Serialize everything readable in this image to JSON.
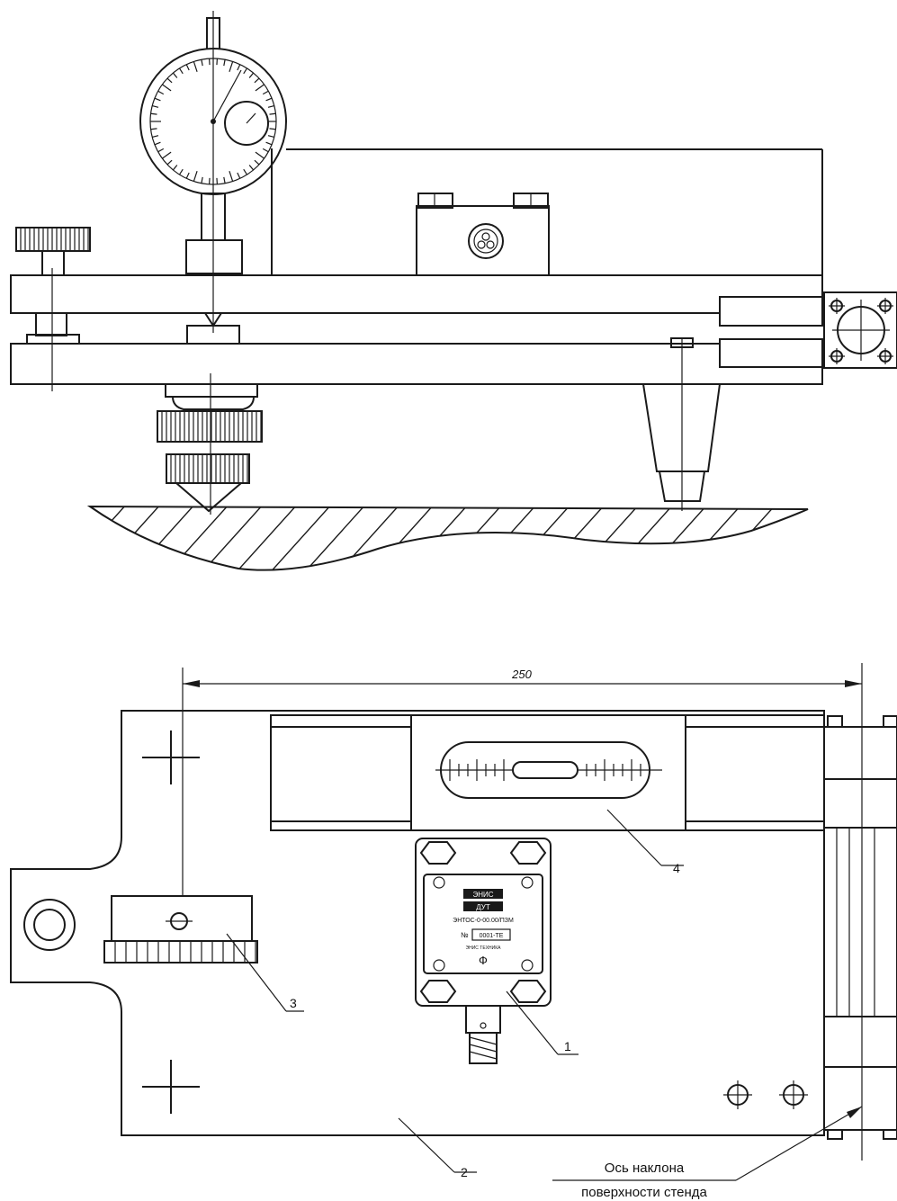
{
  "dimension_250": "250",
  "callouts": {
    "c1": "1",
    "c2": "2",
    "c3": "3",
    "c4": "4"
  },
  "axis_note": {
    "line1": "Ось наклона",
    "line2": "поверхности стенда"
  },
  "sensor_label": {
    "brand": "ЭНИС",
    "model": "ДУТ",
    "code": "ЭНТОС-0-00.00/ПЗМ",
    "serial_prefix": "№",
    "serial": "0001-TE",
    "maker": "ЭНИС ТЕХНИКА",
    "symbol": "Ф"
  }
}
